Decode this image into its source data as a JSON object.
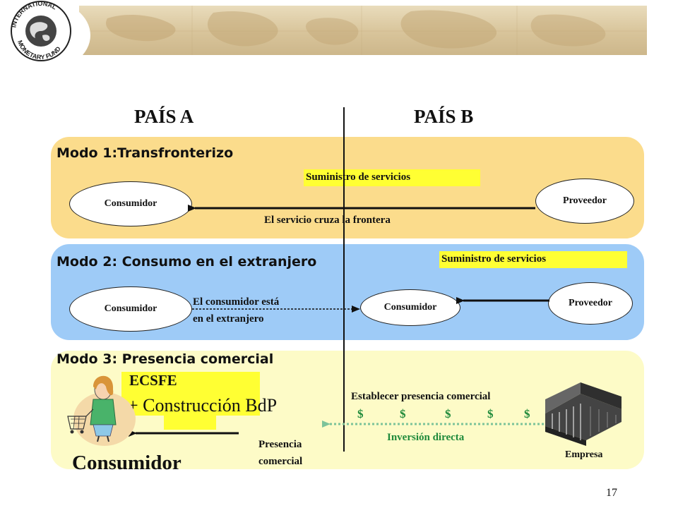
{
  "header": {
    "logo_text_top": "INTERNATIONAL",
    "logo_text_bottom": "MONETARY FUND"
  },
  "countries": {
    "a": "PAÍS A",
    "b": "PAÍS B"
  },
  "mode1": {
    "title": "Modo 1:Transfronterizo",
    "supply_label": "Suministro de servicios",
    "consumer": "Consumidor",
    "provider": "Proveedor",
    "flow_label": "El servicio cruza la frontera"
  },
  "mode2": {
    "title": "Modo 2: Consumo en el extranjero",
    "supply_label": "Suministro de servicios",
    "consumer_home": "Consumidor",
    "consumer_abroad": "Consumidor",
    "provider": "Proveedor",
    "abroad_line1": "El consumidor está",
    "abroad_line2": "en el extranjero"
  },
  "mode3": {
    "title": "Modo 3: Presencia comercial",
    "ecsfe_label": "ECSFE",
    "bdp_label": "+ Construcción BdP",
    "consumer": "Consumidor",
    "presence_line1": "Presencia",
    "presence_line2": "comercial",
    "establish_label": "Establecer presencia comercial",
    "dollars": [
      "$",
      "$",
      "$",
      "$",
      "$"
    ],
    "fdi_label": "Inversión directa",
    "company": "Empresa"
  },
  "colors": {
    "mode1_band": "#fbdc8c",
    "mode2_band": "#9ecbf7",
    "mode3_band": "#fdfbc7",
    "highlight": "#ffff33",
    "fdi_green": "#1f8a3b"
  },
  "page_number": "17"
}
